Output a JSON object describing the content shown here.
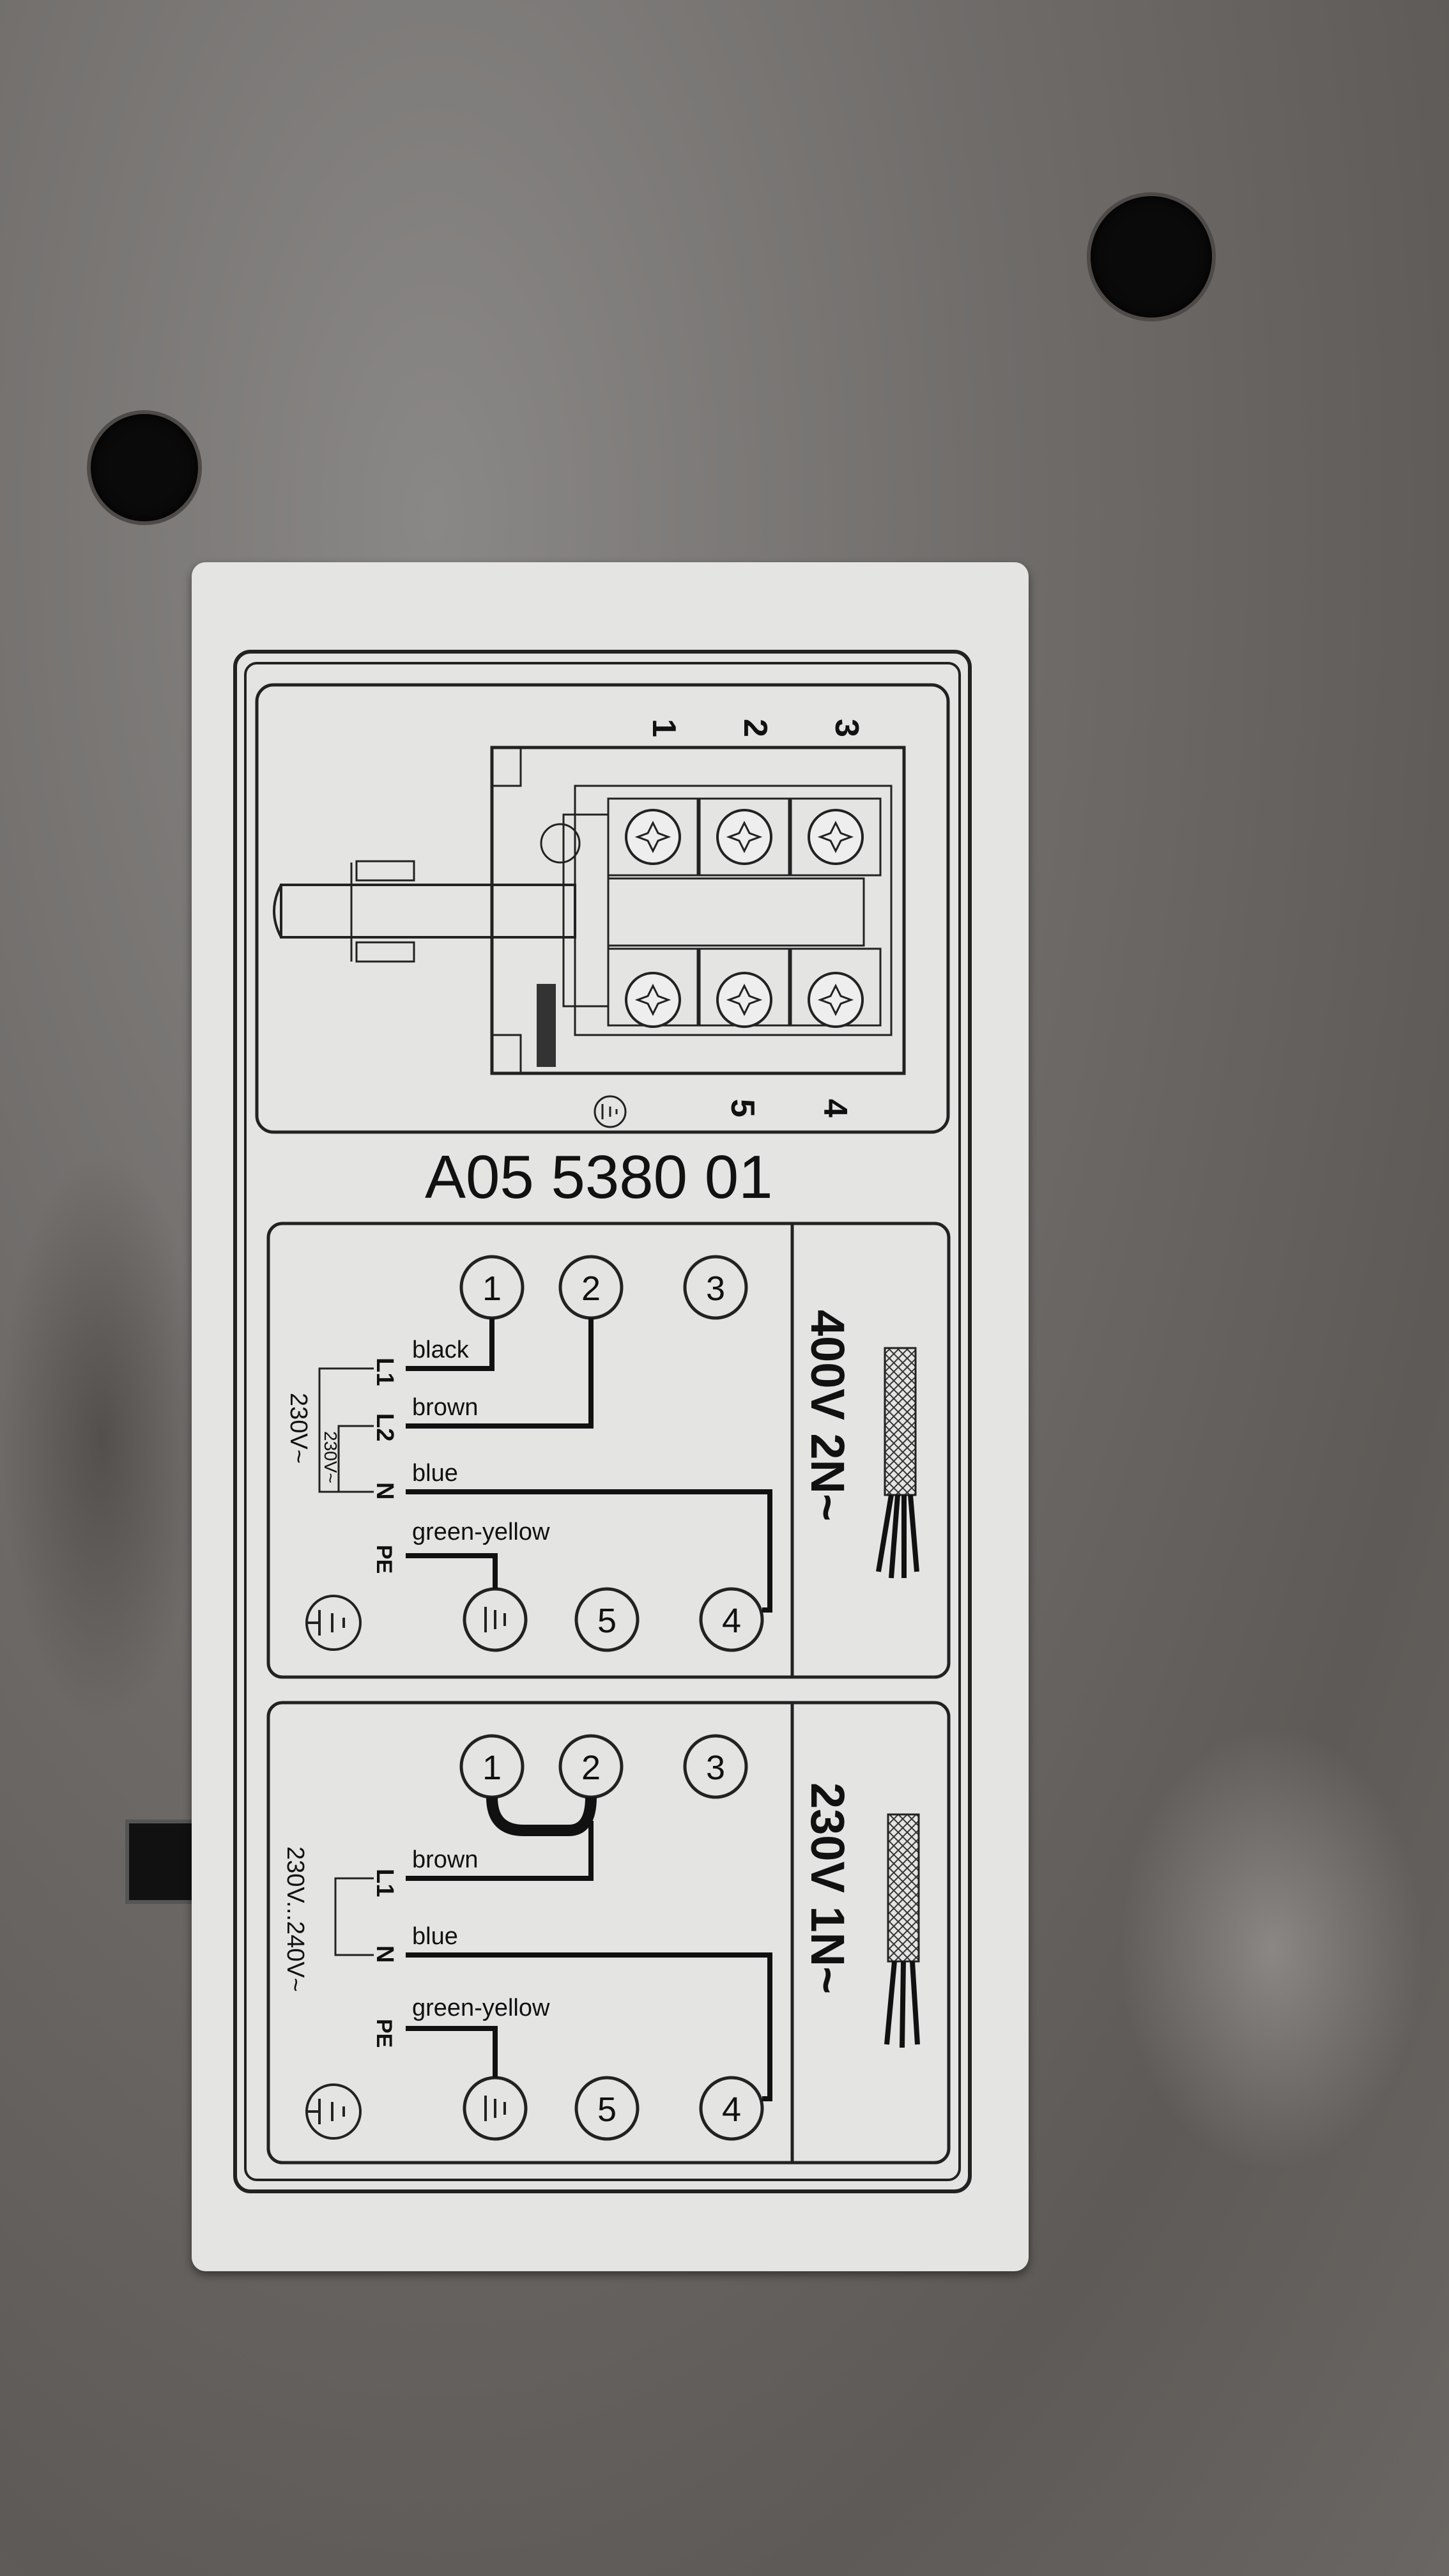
{
  "model_code": "A05 5380 01",
  "terminal_block": {
    "top_numbers": [
      "1",
      "2",
      "3"
    ],
    "bottom_numbers": [
      "5",
      "4"
    ]
  },
  "config_400v": {
    "title": "400V  2N~",
    "conductors": [
      "L1",
      "L2",
      "N",
      "PE"
    ],
    "wire_colors": [
      "black",
      "brown",
      "blue",
      "green-yellow"
    ],
    "voltage_outer": "230V~",
    "voltage_inner": "230V~",
    "terminals": [
      "1",
      "2",
      "3",
      "5",
      "4"
    ]
  },
  "config_230v": {
    "title": "230V  1N~",
    "conductors": [
      "L1",
      "N",
      "PE"
    ],
    "wire_colors": [
      "brown",
      "blue",
      "green-yellow"
    ],
    "voltage": "230V...240V~",
    "terminals": [
      "1",
      "2",
      "3",
      "5",
      "4"
    ]
  }
}
